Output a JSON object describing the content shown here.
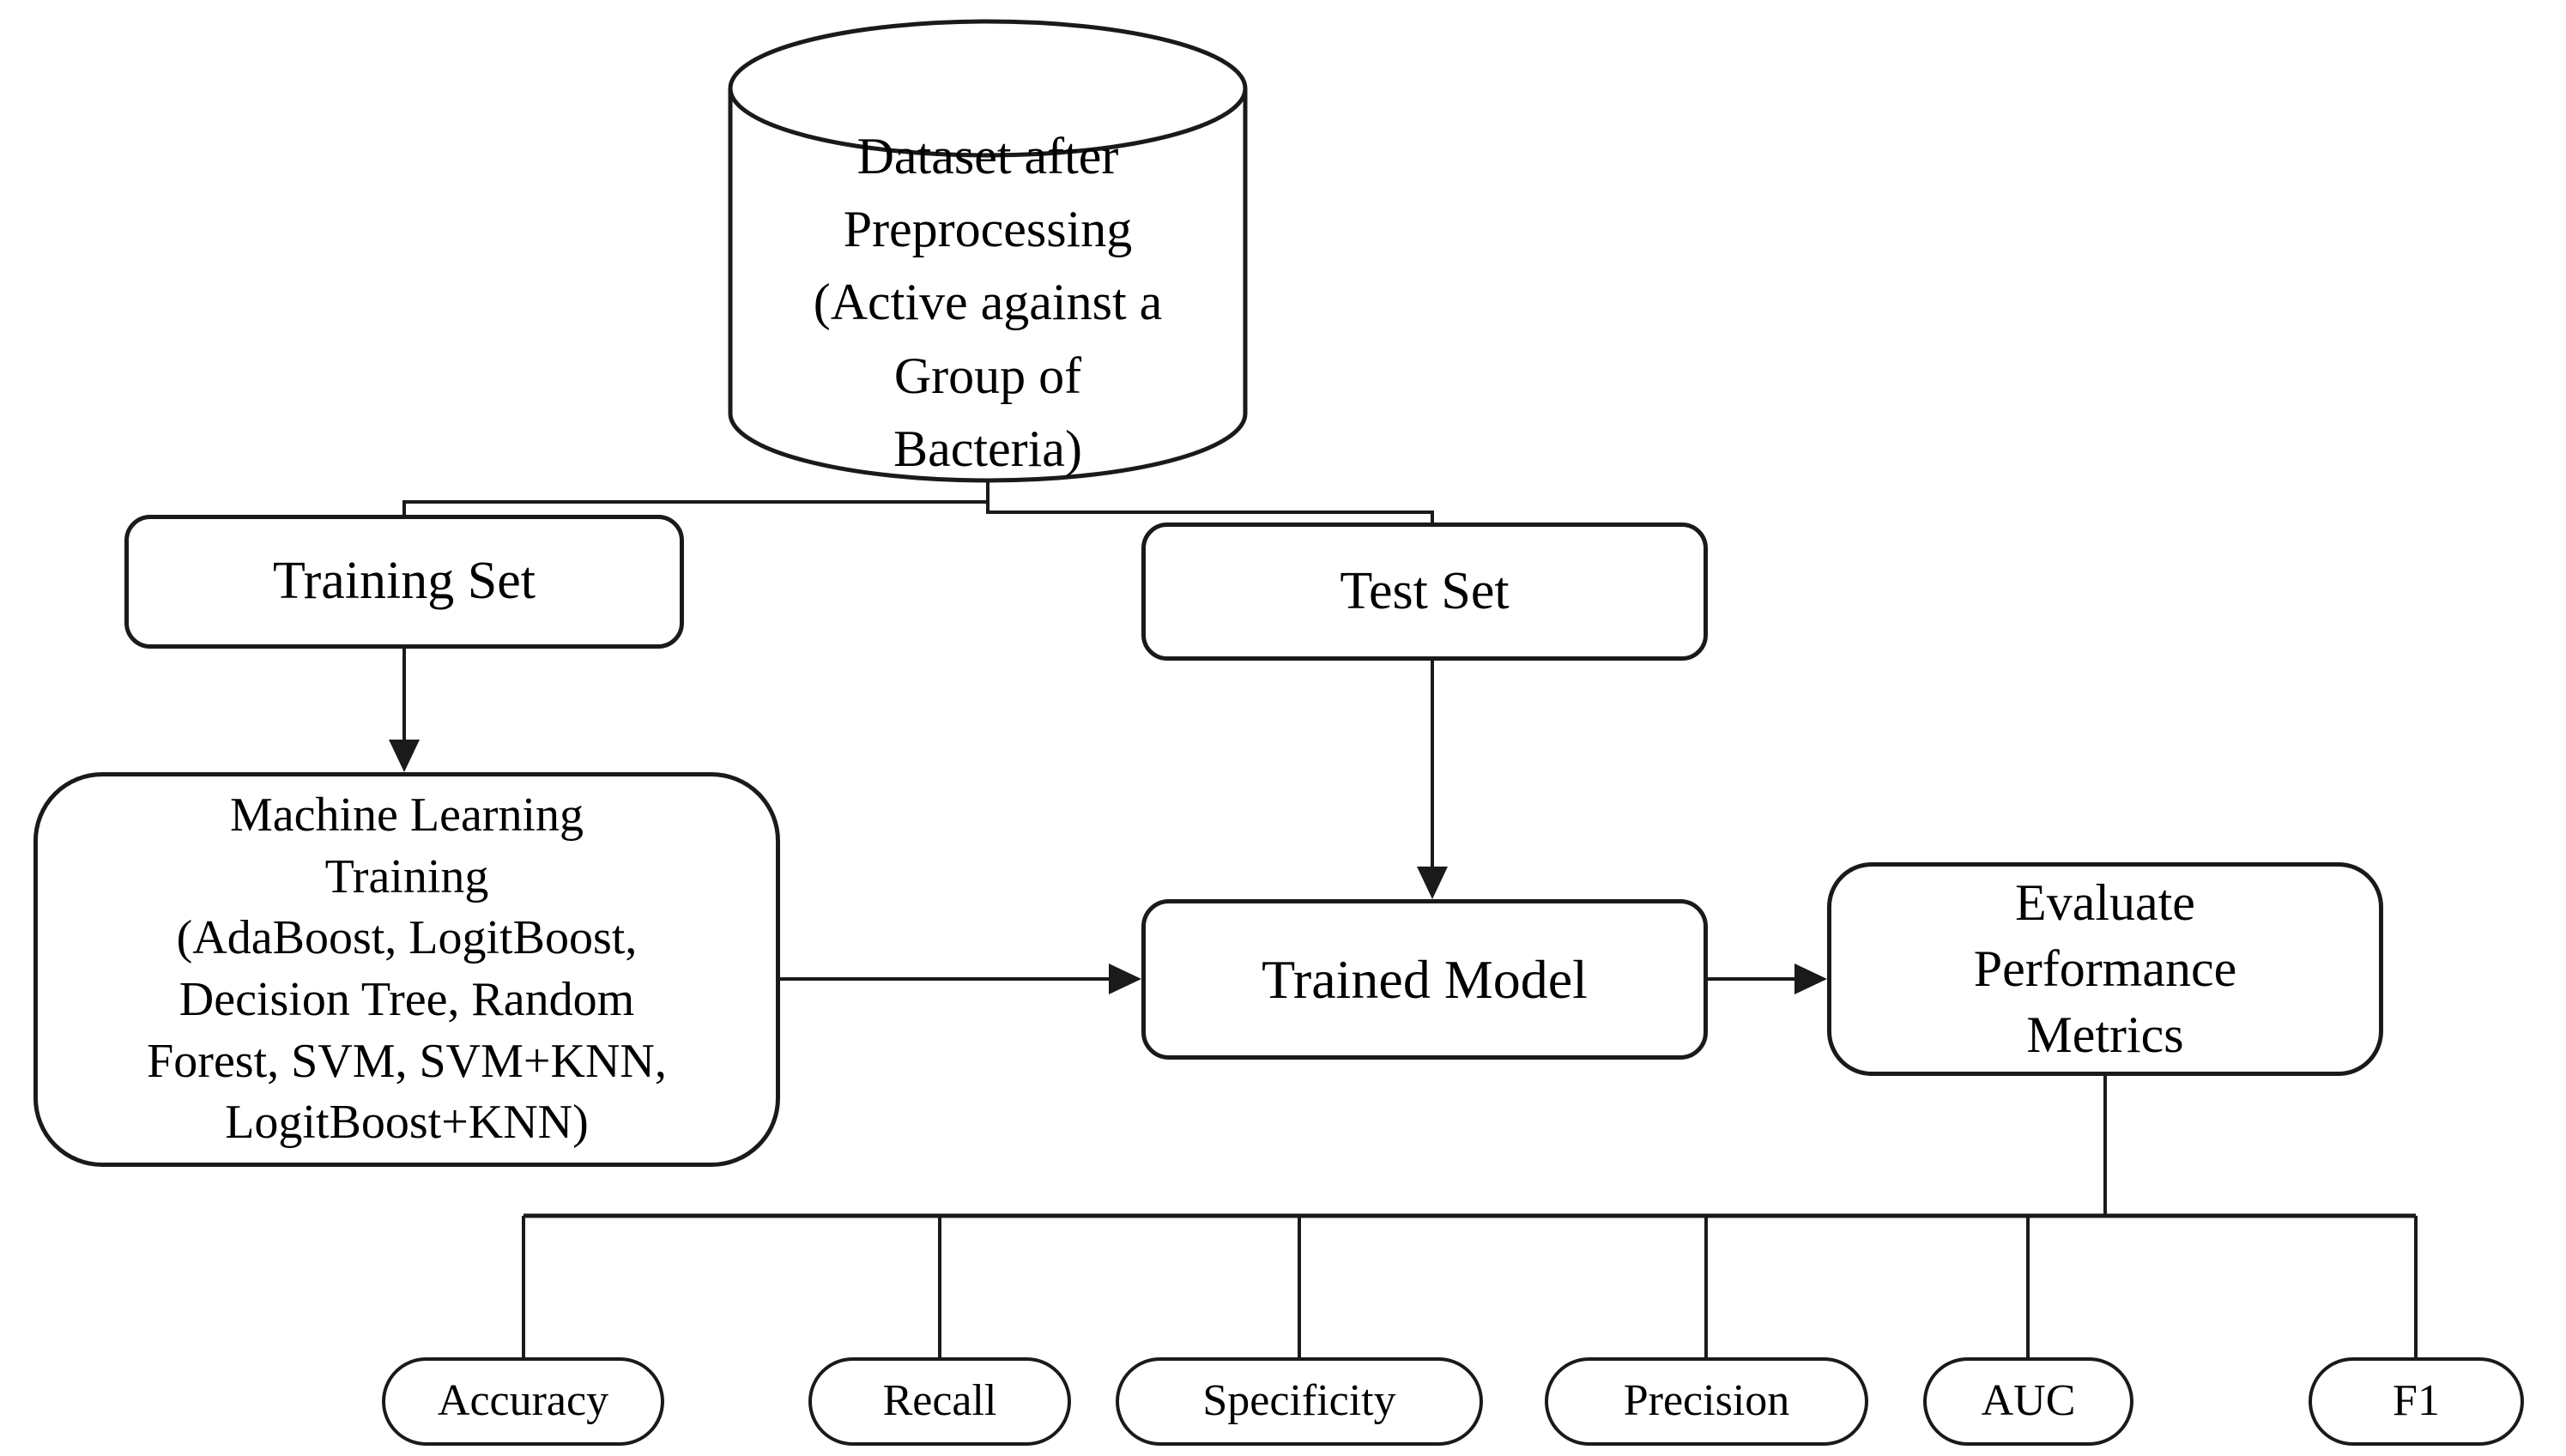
{
  "diagram": {
    "dataset_node": {
      "label": "Dataset after\nPreprocessing\n(Active against a\nGroup of\nBacteria)"
    },
    "training_set": {
      "label": "Training Set"
    },
    "test_set": {
      "label": "Test Set"
    },
    "ml_training": {
      "label": "Machine Learning\nTraining\n(AdaBoost, LogitBoost,\nDecision Tree, Random\nForest, SVM, SVM+KNN,\nLogitBoost+KNN)"
    },
    "trained_model": {
      "label": "Trained Model"
    },
    "evaluate": {
      "label": "Evaluate\nPerformance\nMetrics"
    },
    "metrics": [
      {
        "label": "Accuracy"
      },
      {
        "label": "Recall"
      },
      {
        "label": "Specificity"
      },
      {
        "label": "Precision"
      },
      {
        "label": "AUC"
      },
      {
        "label": "F1"
      }
    ],
    "colors": {
      "stroke": "#1a1a1a",
      "background": "#ffffff",
      "text": "#000000"
    }
  }
}
